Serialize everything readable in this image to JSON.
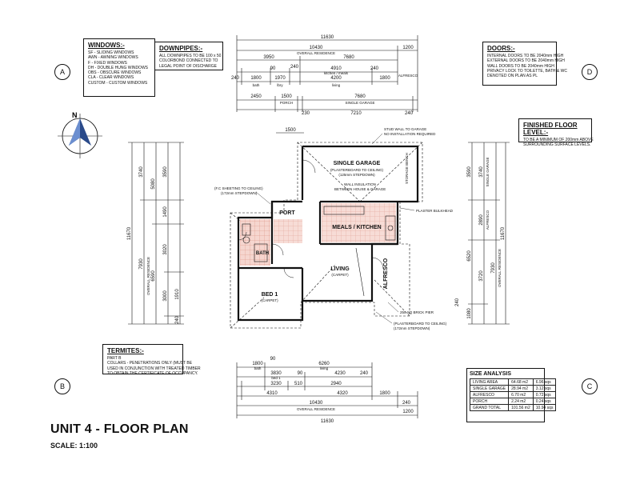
{
  "title": "UNIT 4 - FLOOR PLAN",
  "scale": "SCALE: 1:100",
  "grid_markers": [
    "A",
    "D",
    "B",
    "C"
  ],
  "north_label": "N",
  "notes": {
    "windows": {
      "title": "WINDOWS:-",
      "lines": [
        "SF - SLIDING WINDOWS",
        "AWN - AWNING WINDOWS",
        "F - FIXED WINDOWS",
        "DH - DOUBLE HUNG WINDOWS",
        "OBS - OBSCURE WINDOWS",
        "CLA - CLEAR WINDOWS",
        "CUSTOM - CUSTOM WINDOWS"
      ]
    },
    "downpipes": {
      "title": "DOWNPIPES:-",
      "lines": [
        "ALL DOWNPIPES TO BE 100 x 50",
        "COLORBOND CONNECTED TO",
        "LEGAL POINT OF DISCHARGE"
      ]
    },
    "doors": {
      "title": "DOORS:-",
      "lines": [
        "INTERNAL DOORS TO BE 2040mm HIGH",
        "EXTERNAL DOORS TO BE 2040mm HIGH",
        "WALL DOORS TO BE 2040mm HIGH",
        "PRIVACY LOCK TO TOILETTE, BATH & WC",
        "DENOTED ON PLAN AS PL"
      ]
    },
    "ffl": {
      "title": "FINISHED FLOOR LEVEL:-",
      "lines": [
        "TO BE A MINIMUM OF 200mm ABOVE",
        "SURROUNDING SURFACE LEVELS."
      ]
    },
    "termites": {
      "title": "TERMITES:-",
      "lines": [
        "PART B",
        "COLLARS - PENETRATIONS ONLY (MUST BE",
        "USED IN CONJUNCTION WITH TREATED TIMBER",
        "TO OBTAIN THE CERTIFICATE OF OCCUPANCY."
      ]
    }
  },
  "size_analysis": {
    "title": "SIZE ANALYSIS",
    "rows": [
      [
        "LIVING AREA",
        "64.68 m2",
        "6.96 sqs"
      ],
      [
        "SINGLE GARAGE",
        "28.94 m2",
        "3.12 sqs"
      ],
      [
        "ALFRESCO",
        "6.70 m2",
        "0.72 sqs"
      ],
      [
        "PORCH",
        "2.24 m2",
        "0.24 sqs"
      ],
      [
        "GRAND TOTAL",
        "101.56 m2",
        "10.94 sqs"
      ]
    ]
  },
  "rooms": {
    "single_garage": "SINGLE GARAGE",
    "garage_note": "(PLASTERBOARD TO CEILING)",
    "garage_sub": "(125mm STEPDOWN)",
    "port": "PORT",
    "meals_kitchen": "MEALS / KITCHEN",
    "bath": "BATH",
    "living": "LIVING",
    "living_sub": "(CARPET)",
    "alfresco": "ALFRESCO",
    "bed1": "BED 1",
    "bed1_sub": "(CARPET)"
  },
  "annotations": {
    "stud_wall": "STUD WALL TO GARAGE",
    "no_install": "NO INSTALLATION REQUIRED",
    "storage": "STORAGE BENCH",
    "plaster_bulkhead": "PLASTER BULKHEAD",
    "fc_sheeting": "(F.C SHEETING TO CEILING)",
    "fc_sub": "(172mm STEPDOWN)",
    "wall_insulation": "WALL INSULATION",
    "between": "BETWEEN HOUSE & GARAGE",
    "brick_pier": "250 SQ BRICK PIER",
    "plaster_ceiling": "(PLASTERBOARD TO CEILING)",
    "plaster_sub": "(172mm STEPDOWN)"
  },
  "dims_top": {
    "overall": "11630",
    "residence": "10430",
    "residence_label": "OVERALL RESIDENCE",
    "r1200": "1200",
    "r3950": "3950",
    "r7680": "7680",
    "r240a": "240",
    "r1800": "1800",
    "r90a": "90",
    "r1970": "1970",
    "r240b": "240",
    "r4910": "4910",
    "r4200": "4200",
    "r1800b": "1800",
    "r240c": "240",
    "bath": "bath",
    "lbry": "lbry",
    "kitchen_meals": "kitchen / meals",
    "living": "living",
    "alfresco": "ALFRESCO",
    "r2450": "2450",
    "r1500": "1500",
    "r7680b": "7680",
    "porch": "PORCH",
    "single_garage": "SINGLE GARAGE",
    "r230": "230",
    "r7210": "7210",
    "r240d": "240",
    "r1500b": "1500"
  },
  "dims_bottom": {
    "r1800": "1800",
    "r90": "90",
    "r6260": "6260",
    "bath": "bath",
    "living": "living",
    "r3830": "3830",
    "r90b": "90",
    "r4230": "4230",
    "r240": "240",
    "bed1": "bed 1",
    "r3230": "3230",
    "r510": "510",
    "r2940": "2940",
    "r4310": "4310",
    "r4320": "4320",
    "r1800b": "1800",
    "r240b": "240",
    "r10430": "10430",
    "residence_label": "OVERALL RESIDENCE",
    "r1200": "1200",
    "r11630": "11630"
  },
  "dims_left": {
    "r11670": "11670",
    "r3740": "3740",
    "r5080": "5080",
    "r3590": "3590",
    "r7930": "7930",
    "r6590": "6590",
    "r1490": "1490",
    "r3020": "3020",
    "r3000": "3000",
    "r1910": "1910",
    "r240": "240",
    "label": "OVERALL RESIDENCE"
  },
  "dims_right": {
    "r11670": "11670",
    "r3740": "3740",
    "r3590": "3590",
    "r2890": "2890",
    "r7930": "7930",
    "r6520": "6520",
    "r3720": "3720",
    "r1080": "1080",
    "r240": "240",
    "single_garage": "SINGLE GARAGE",
    "alfresco": "ALFRESCO",
    "label": "OVERALL RESIDENCE"
  }
}
